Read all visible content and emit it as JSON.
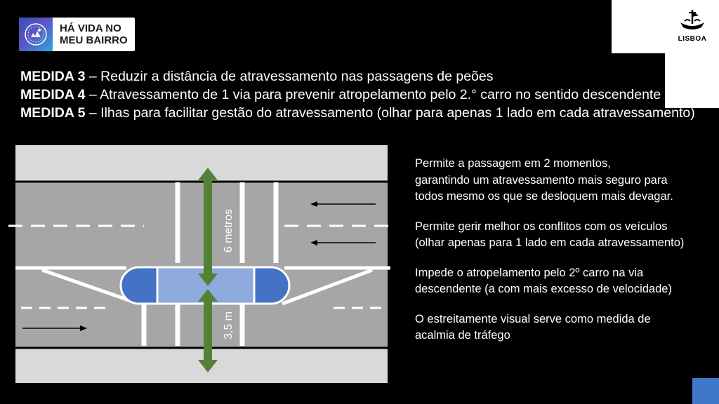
{
  "badge": {
    "line1": "HÁ VIDA NO",
    "line2": "MEU BAIRRO"
  },
  "lisboa": {
    "label": "LISBOA"
  },
  "medidas": [
    {
      "title": "MEDIDA 3",
      "text": " – Reduzir a distância de atravessamento nas passagens de peões"
    },
    {
      "title": "MEDIDA 4",
      "text": " – Atravessamento de 1 via para prevenir atropelamento pelo 2.° carro no sentido descendente"
    },
    {
      "title": "MEDIDA 5",
      "text": " – Ilhas para facilitar gestão do atravessamento (olhar para apenas 1 lado em cada atravessamento)"
    }
  ],
  "diagram": {
    "upper_measure": "6 metros",
    "lower_measure": "3,5 m",
    "colors": {
      "sidewalk": "#d9d9d9",
      "road": "#a6a6a6",
      "island_center": "#8faadc",
      "island_ends": "#4472c4",
      "measure_arrow": "#538135"
    }
  },
  "bullets": [
    {
      "line1": "Permite a passagem em 2 momentos,",
      "line2": "garantindo um atravessamento mais seguro para",
      "line3": "todos mesmo os que se desloquem mais devagar."
    },
    {
      "line1": "Permite gerir melhor os conflitos com os veículos",
      "line2": "(olhar apenas para 1 lado em cada atravessamento)"
    },
    {
      "line1": "Impede o atropelamento pelo 2º carro na via",
      "line2": "descendente (a com mais excesso de velocidade)"
    },
    {
      "line1": "O estreitamente visual serve como medida de",
      "line2": "acalmia de tráfego"
    }
  ]
}
